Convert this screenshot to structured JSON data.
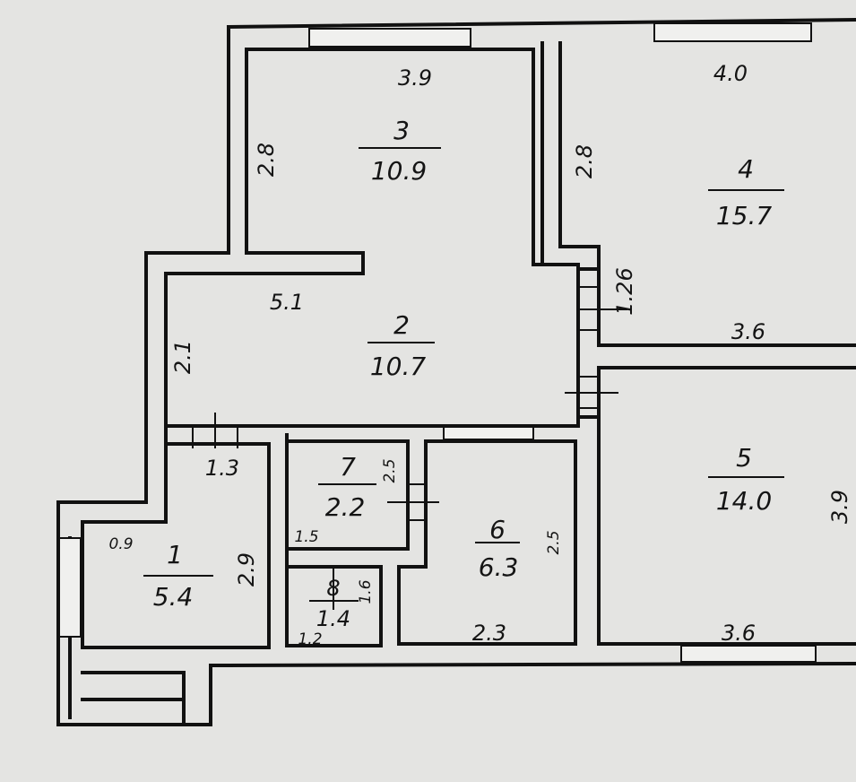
{
  "plan": {
    "rooms": [
      {
        "id": "room-1",
        "number": "1",
        "area": "5.4"
      },
      {
        "id": "room-2",
        "number": "2",
        "area": "10.7"
      },
      {
        "id": "room-3",
        "number": "3",
        "area": "10.9"
      },
      {
        "id": "room-4",
        "number": "4",
        "area": "15.7"
      },
      {
        "id": "room-5",
        "number": "5",
        "area": "14.0"
      },
      {
        "id": "room-6",
        "number": "6",
        "area": "6.3"
      },
      {
        "id": "room-7",
        "number": "7",
        "area": "2.2"
      },
      {
        "id": "room-8",
        "number": "8",
        "area": "1.4"
      }
    ],
    "dimensions": {
      "room3_width": "3.9",
      "room3_depth": "2.8",
      "room4_width": "4.0",
      "room4_depth": "2.8",
      "room4_bottom": "3.6",
      "room4_side": "1.26",
      "room2_width": "5.1",
      "room2_depth": "2.1",
      "room1_top": "1.3",
      "room1_left": "0.9",
      "room1_depth": "2.9",
      "room7_width": "1.5",
      "room7_depth": "2.5",
      "room8_width": "1.2",
      "room8_depth": "1.6",
      "room6_width": "2.3",
      "room6_depth": "2.5",
      "room5_width": "3.6",
      "room5_depth": "3.9"
    }
  }
}
